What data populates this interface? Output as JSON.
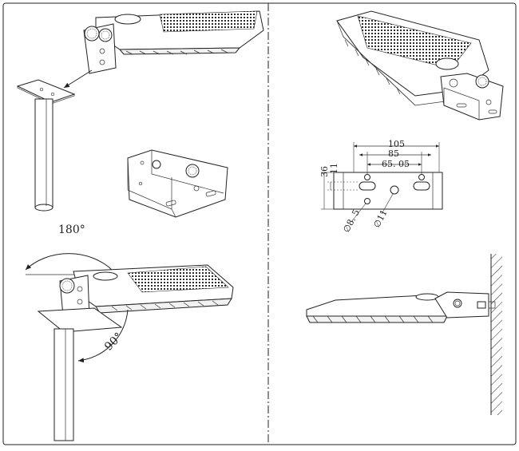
{
  "angles": {
    "rotation_range": "180°",
    "tilt_angle": "90°"
  },
  "dimensions": {
    "width_overall": "105",
    "hole_spacing_outer": "85",
    "hole_spacing_inner": "65. 05",
    "height_overall": "36",
    "slot_height": "11",
    "small_hole_dia": "∅8. 5",
    "center_hole_dia": "∅11"
  },
  "colors": {
    "line": "#222222",
    "background": "#ffffff"
  }
}
